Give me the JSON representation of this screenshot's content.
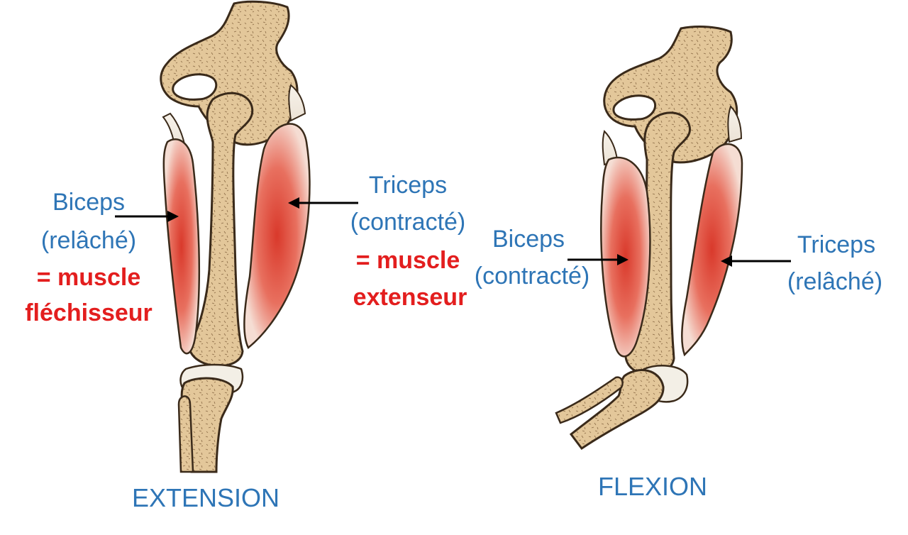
{
  "colors": {
    "bone": "#e3c79a",
    "bone_outline": "#3a2a1a",
    "muscle_center": "#d9392b",
    "muscle_edge": "#f3d9cf",
    "label_blue": "#2e75b6",
    "label_red": "#e31e1e",
    "arrow": "#000000"
  },
  "extension": {
    "caption": "EXTENSION",
    "biceps_name": "Biceps",
    "biceps_state": "(relâché)",
    "biceps_role_1": "= muscle",
    "biceps_role_2": "fléchisseur",
    "triceps_name": "Triceps",
    "triceps_state": "(contracté)",
    "triceps_role_1": "= muscle",
    "triceps_role_2": "extenseur"
  },
  "flexion": {
    "caption": "FLEXION",
    "biceps_name": "Biceps",
    "biceps_state": "(contracté)",
    "triceps_name": "Triceps",
    "triceps_state": "(relâché)"
  }
}
